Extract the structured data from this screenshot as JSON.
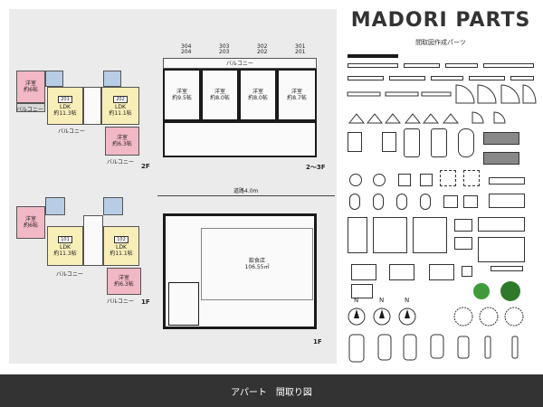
{
  "header": {
    "title": "MADORI PARTS",
    "subtitle": "間取図作成パーツ"
  },
  "footer": {
    "caption": "アパート　間取り図"
  },
  "colors": {
    "panel_bg": "#ebebeb",
    "room_pink": "#f2b8c6",
    "room_yellow": "#f8eeb8",
    "room_blue": "#b7cde6",
    "footer_bg": "#333333",
    "tree_green": "#3f9a3a"
  },
  "plan_2f": {
    "units": [
      {
        "number": "201",
        "room": "LDK",
        "size": "約11.3帖"
      },
      {
        "number": "202",
        "room": "LDK",
        "size": "約11.1帖"
      }
    ],
    "western_left": {
      "room": "洋室",
      "size": "約6帖"
    },
    "western_right": {
      "room": "洋室",
      "size": "約6.3帖"
    },
    "balcony": "バルコニー",
    "floor_label": "2F"
  },
  "plan_23f": {
    "unit_numbers_top": [
      "304",
      "303",
      "302",
      "301"
    ],
    "unit_numbers_bottom": [
      "204",
      "203",
      "202",
      "201"
    ],
    "balcony": "バルコニー",
    "rooms": [
      {
        "room": "洋室",
        "size": "約9.5帖"
      },
      {
        "room": "洋室",
        "size": "約8.0帖"
      },
      {
        "room": "洋室",
        "size": "約8.0帖"
      },
      {
        "room": "洋室",
        "size": "約8.7帖"
      }
    ],
    "floor_label": "2～3F"
  },
  "plan_1f": {
    "units": [
      {
        "number": "101",
        "room": "LDK",
        "size": "約11.3帖"
      },
      {
        "number": "102",
        "room": "LDK",
        "size": "約11.1帖"
      }
    ],
    "western_left": {
      "room": "洋室",
      "size": "約6帖"
    },
    "western_right": {
      "room": "洋室",
      "size": "約6.3帖"
    },
    "balcony": "バルコニー",
    "floor_label": "1F"
  },
  "plan_shop": {
    "road_label": "道路4.0m",
    "shop_name": "飲食店",
    "shop_area": "106.55㎡",
    "floor_label": "1F"
  },
  "parts": {
    "compass_labels": [
      "N",
      "N",
      "N"
    ]
  }
}
